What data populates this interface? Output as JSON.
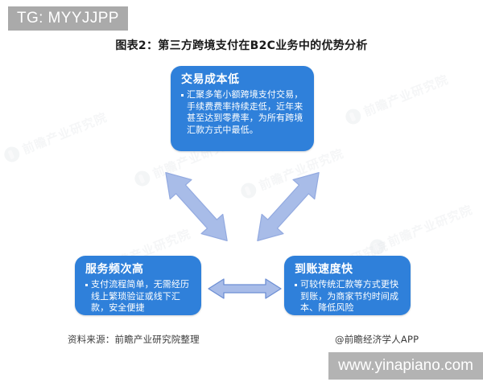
{
  "watermarks": {
    "top_tag": "TG: MYYJJPP",
    "bottom_url": "www.yinapiano.com",
    "background_text": "前瞻产业研究院",
    "logo_icon": "circle-logo-icon"
  },
  "chart_title": "图表2：第三方跨境支付在B2C业务中的优势分析",
  "boxes": [
    {
      "id": "top",
      "title": "交易成本低",
      "body": "汇聚多笔小额跨境支付交易，手续费费率持续走低，近年来甚至达到零费率，为所有跨境汇款方式中最低。"
    },
    {
      "id": "left",
      "title": "服务频次高",
      "body": "支付流程简单，无需经历线上繁琐验证或线下汇款，安全便捷"
    },
    {
      "id": "right",
      "title": "到账速度快",
      "body": "可较传统汇款等方式更快到账，为商家节约时间成本、降低风险"
    }
  ],
  "arrows": [
    {
      "id": "left-diagonal",
      "name": "double-headed-arrow-icon"
    },
    {
      "id": "right-diagonal",
      "name": "double-headed-arrow-icon"
    },
    {
      "id": "horizontal",
      "name": "double-headed-arrow-icon"
    }
  ],
  "notes": {
    "source": "资料来源：前瞻产业研究院整理",
    "credit": "@前瞻经济学人APP"
  },
  "colors": {
    "box_fill": "#2f80da",
    "arrow_fill": "#a8bce8",
    "arrow_stroke": "#7f9bd8",
    "watermark_band": "#aaaaaa",
    "title_text": "#1a1a1a"
  }
}
